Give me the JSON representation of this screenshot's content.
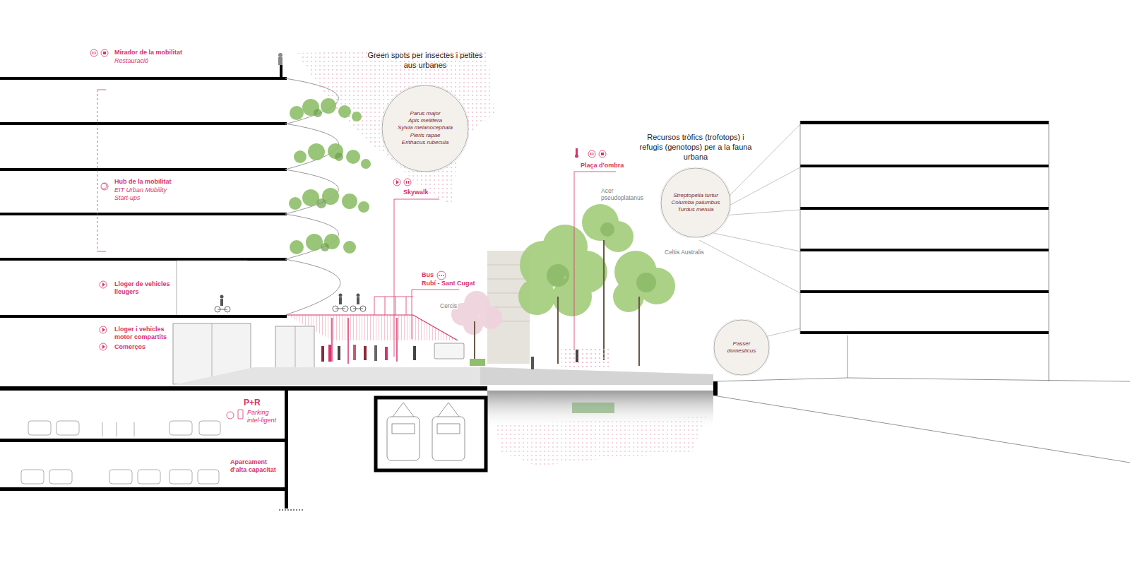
{
  "diagram": {
    "nodes": [
      {
        "text": [
          "Green spots per insectes i petites aus urbanes",
          "Parus major",
          "Apis mellifera",
          "Sylvia melanocephala",
          "Pieris rapae",
          "Erithacus rubecula"
        ]
      },
      {
        "text": [
          "Recursos tròfics (trofotops) i refugis (genotops) per a la fauna urbana",
          "Streptopelia turtur",
          "Columba palumbus",
          "Turdus merula"
        ]
      },
      {
        "text": [
          "Passer domesticus"
        ]
      }
    ],
    "labels": [
      "Mirador de la mobilitat",
      "Restauració",
      "Hub de la mobilitat",
      "EIT Urban Mobility",
      "Start-ups",
      "Lloger de vehicles lleugers",
      "Lloger i vehicles motor compartits",
      "Comerços",
      "P+R",
      "Parking intel·ligent",
      "Aparcament d'alta capacitat",
      "Skywalk",
      "Bus",
      "Rubí - Sant Cugat",
      "Cercis",
      "Plaça d'ombra",
      "Acer pseudoplatanus",
      "Celtis Australis"
    ]
  }
}
